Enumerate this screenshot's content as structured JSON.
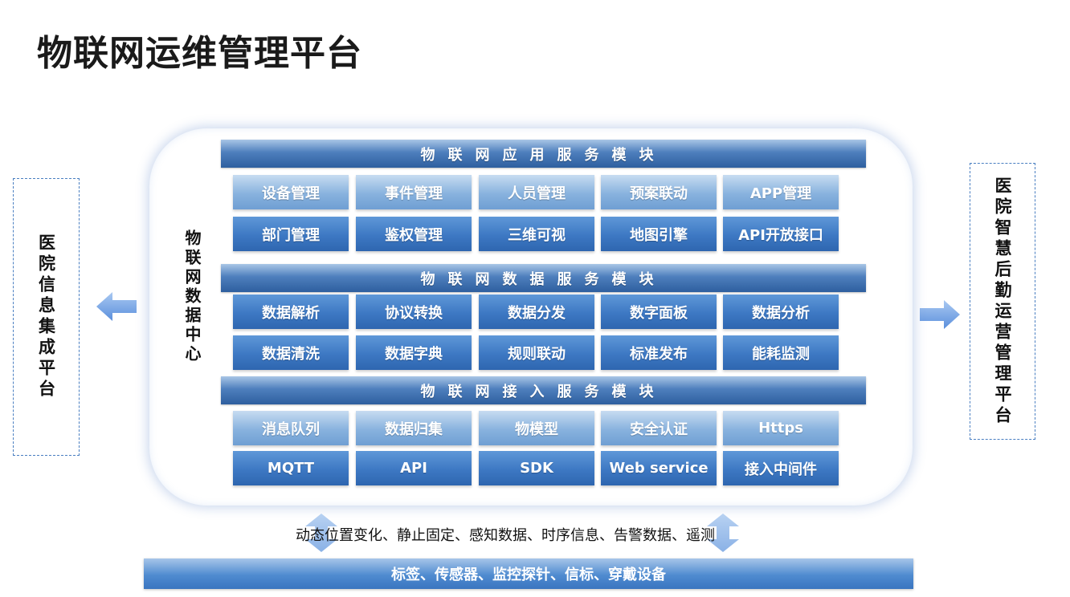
{
  "page_title": "物联网运维管理平台",
  "left_platform": "医院信息集成平台",
  "right_platform": "医院智慧后勤运营管理平台",
  "center_label": "物联网数据中心",
  "sections": [
    {
      "title": "物联网应用服务模块",
      "rows": [
        [
          "设备管理",
          "事件管理",
          "人员管理",
          "预案联动",
          "APP管理"
        ],
        [
          "部门管理",
          "鉴权管理",
          "三维可视",
          "地图引擎",
          "API开放接口"
        ]
      ]
    },
    {
      "title": "物联网数据服务模块",
      "rows": [
        [
          "数据解析",
          "协议转换",
          "数据分发",
          "数字面板",
          "数据分析"
        ],
        [
          "数据清洗",
          "数据字典",
          "规则联动",
          "标准发布",
          "能耗监测"
        ]
      ]
    },
    {
      "title": "物联网接入服务模块",
      "rows": [
        [
          "消息队列",
          "数据归集",
          "物模型",
          "安全认证",
          "Https"
        ],
        [
          "MQTT",
          "API",
          "SDK",
          "Web service",
          "接入中间件"
        ]
      ]
    }
  ],
  "data_flow_text": "动态位置变化、静止固定、感知数据、时序信息、告警数据、遥测",
  "device_bar": "标签、传感器、监控探针、信标、穿戴设备",
  "colors": {
    "accent_dark": "#2e5f9f",
    "accent_light": "#88b2de",
    "arrow": "#6f9ee0",
    "border_dashed": "#4a7fc1"
  }
}
